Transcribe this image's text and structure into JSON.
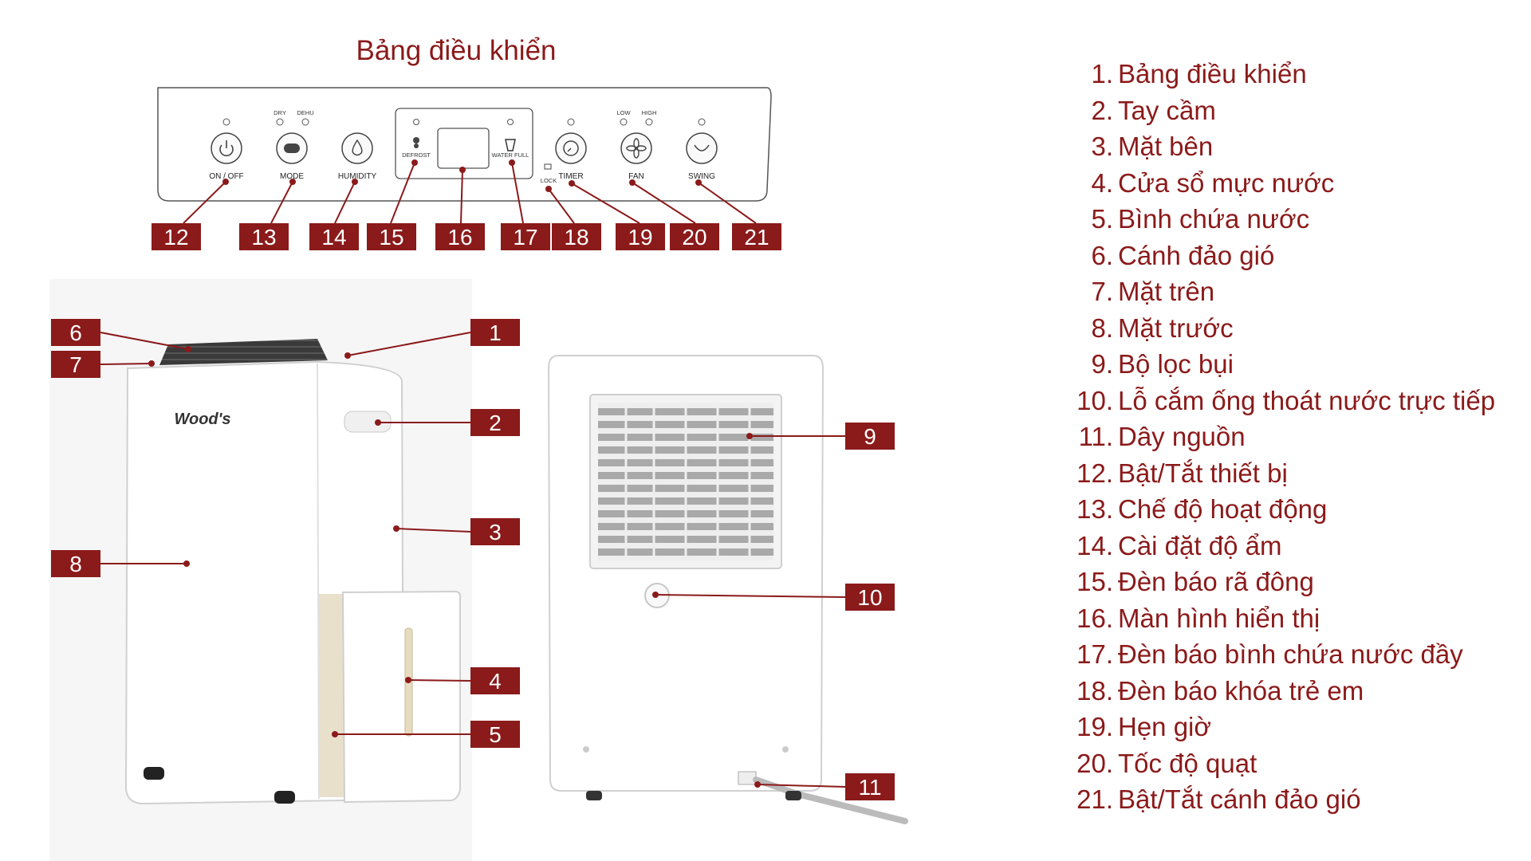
{
  "panel_title": "Bảng điều khiển",
  "brand": "Wood's",
  "accent_color": "#8b1a1a",
  "panel": {
    "buttons": [
      {
        "id": "onoff",
        "label": "ON / OFF",
        "icon": "power-icon"
      },
      {
        "id": "mode",
        "label": "MODE",
        "icon": "mode-icon",
        "led_labels": [
          "DRY",
          "DEHU"
        ]
      },
      {
        "id": "humidity",
        "label": "HUMIDITY",
        "icon": "droplet-icon"
      },
      {
        "id": "timer",
        "label": "TIMER",
        "icon": "clock-icon"
      },
      {
        "id": "fan",
        "label": "FAN",
        "icon": "fan-icon",
        "led_labels": [
          "LOW",
          "HIGH"
        ]
      },
      {
        "id": "swing",
        "label": "SWING",
        "icon": "swing-icon"
      }
    ],
    "indicators": {
      "defrost": "DEFROST",
      "water_full": "WATER FULL",
      "lock": "LOCK"
    }
  },
  "callout_numbers": [
    "1",
    "2",
    "3",
    "4",
    "5",
    "6",
    "7",
    "8",
    "9",
    "10",
    "11",
    "12",
    "13",
    "14",
    "15",
    "16",
    "17",
    "18",
    "19",
    "20",
    "21"
  ],
  "legend": [
    {
      "num": "1.",
      "text": "Bảng điều khiển"
    },
    {
      "num": "2.",
      "text": "Tay cầm"
    },
    {
      "num": "3.",
      "text": "Mặt bên"
    },
    {
      "num": "4.",
      "text": "Cửa sổ mực nước"
    },
    {
      "num": "5.",
      "text": "Bình chứa nước"
    },
    {
      "num": "6.",
      "text": "Cánh đảo gió"
    },
    {
      "num": "7.",
      "text": "Mặt trên"
    },
    {
      "num": "8.",
      "text": "Mặt trước"
    },
    {
      "num": "9.",
      "text": "Bộ lọc bụi"
    },
    {
      "num": "10.",
      "text": "Lỗ cắm ống thoát nước trực tiếp"
    },
    {
      "num": "11.",
      "text": "Dây nguồn"
    },
    {
      "num": "12.",
      "text": "Bật/Tắt thiết bị"
    },
    {
      "num": "13.",
      "text": "Chế độ hoạt động"
    },
    {
      "num": "14.",
      "text": "Cài đặt độ ẩm"
    },
    {
      "num": "15.",
      "text": "Đèn báo rã đông"
    },
    {
      "num": "16.",
      "text": "Màn hình hiển thị"
    },
    {
      "num": "17.",
      "text": "Đèn báo bình chứa nước đầy"
    },
    {
      "num": "18.",
      "text": "Đèn báo khóa trẻ em"
    },
    {
      "num": "19.",
      "text": "Hẹn giờ"
    },
    {
      "num": "20.",
      "text": "Tốc độ quạt"
    },
    {
      "num": "21.",
      "text": "Bật/Tắt cánh đảo gió"
    }
  ]
}
